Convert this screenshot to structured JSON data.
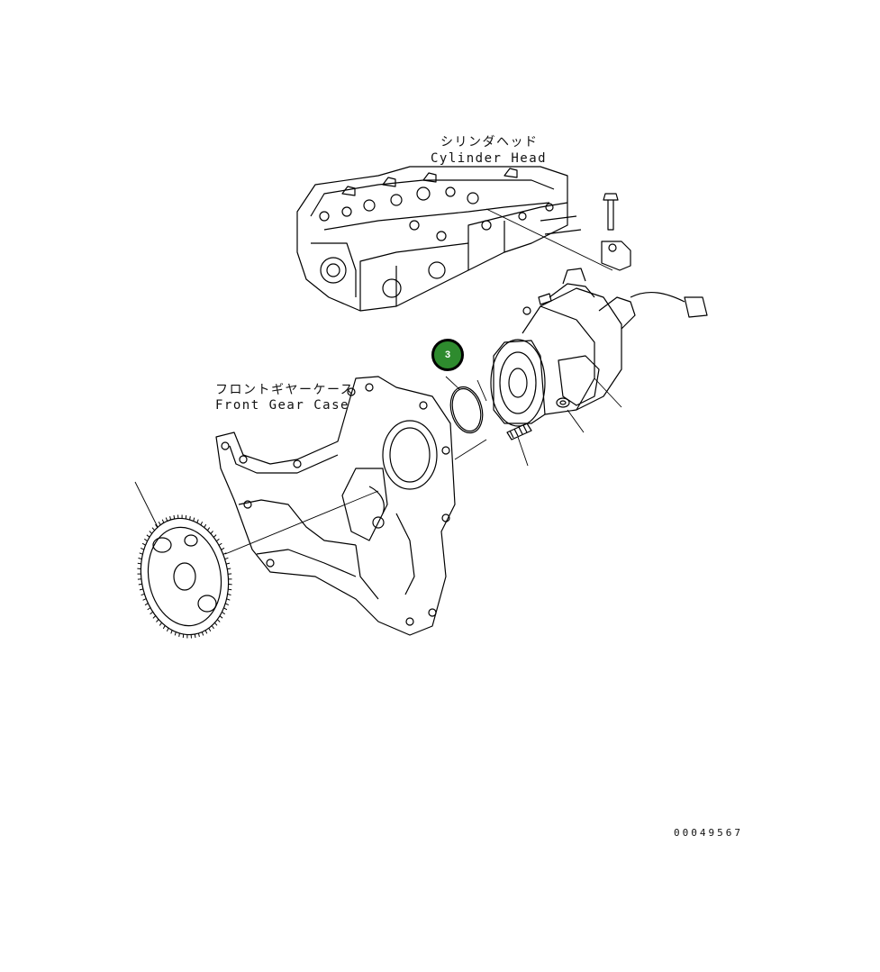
{
  "labels": {
    "cylinder_head_jp": "シリンダヘッド",
    "cylinder_head_en": "Cylinder Head",
    "front_gear_case_jp": "フロントギヤーケース",
    "front_gear_case_en": "Front Gear Case"
  },
  "callouts": [
    {
      "number": "3",
      "color": "#2e8b2e"
    }
  ],
  "document_id": "00049567"
}
